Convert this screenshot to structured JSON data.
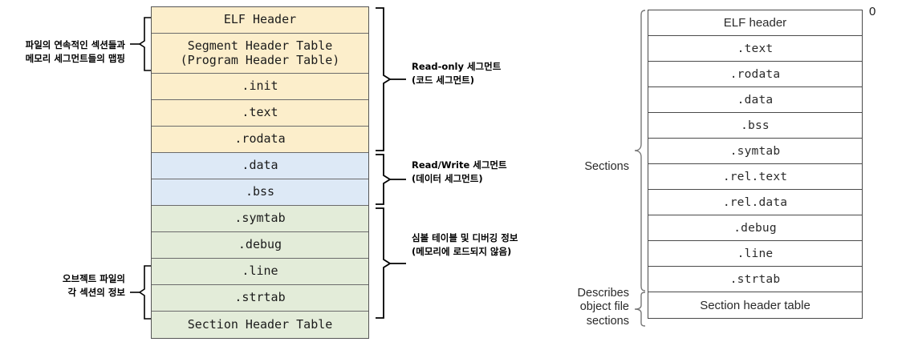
{
  "left_diagram": {
    "title": "ELF executable object file layout",
    "colors": {
      "read_only": "#fceecb",
      "read_write": "#dde9f6",
      "debug": "#e3ecd9",
      "border": "#6b6b6b"
    },
    "rows": [
      {
        "label": "ELF Header",
        "group": "read-only"
      },
      {
        "label": "Segment Header Table\n(Program Header Table)",
        "group": "read-only"
      },
      {
        "label": ".init",
        "group": "read-only"
      },
      {
        "label": ".text",
        "group": "read-only"
      },
      {
        "label": ".rodata",
        "group": "read-only"
      },
      {
        "label": ".data",
        "group": "read-write"
      },
      {
        "label": ".bss",
        "group": "read-write"
      },
      {
        "label": ".symtab",
        "group": "debug"
      },
      {
        "label": ".debug",
        "group": "debug"
      },
      {
        "label": ".line",
        "group": "debug"
      },
      {
        "label": ".strtab",
        "group": "debug"
      },
      {
        "label": "Section Header Table",
        "group": "debug"
      }
    ],
    "left_annotations": [
      {
        "text": "파일의 연속적인 섹션들과\n메모리 세그먼트들의 맵핑"
      },
      {
        "text": "오브젝트 파일의\n각 섹션의 정보"
      }
    ],
    "right_annotations": [
      {
        "text": "Read-only 세그먼트\n(코드 세그먼트)"
      },
      {
        "text": "Read/Write 세그먼트\n(데이터 세그먼트)"
      },
      {
        "text": "심볼 테이블 및 디버깅 정보\n(메모리에 로드되지 않음)"
      }
    ]
  },
  "right_diagram": {
    "title": "ELF relocatable object file layout",
    "offset_label": "0",
    "rows": [
      {
        "label": "ELF header",
        "style": "sans"
      },
      {
        "label": ".text",
        "style": "mono"
      },
      {
        "label": ".rodata",
        "style": "mono"
      },
      {
        "label": ".data",
        "style": "mono"
      },
      {
        "label": ".bss",
        "style": "mono"
      },
      {
        "label": ".symtab",
        "style": "mono"
      },
      {
        "label": ".rel.text",
        "style": "mono"
      },
      {
        "label": ".rel.data",
        "style": "mono"
      },
      {
        "label": ".debug",
        "style": "mono"
      },
      {
        "label": ".line",
        "style": "mono"
      },
      {
        "label": ".strtab",
        "style": "mono"
      },
      {
        "label": "Section header table",
        "style": "sans"
      }
    ],
    "side_labels": [
      {
        "text": "Sections"
      },
      {
        "text": "Describes\nobject file\nsections"
      }
    ]
  }
}
